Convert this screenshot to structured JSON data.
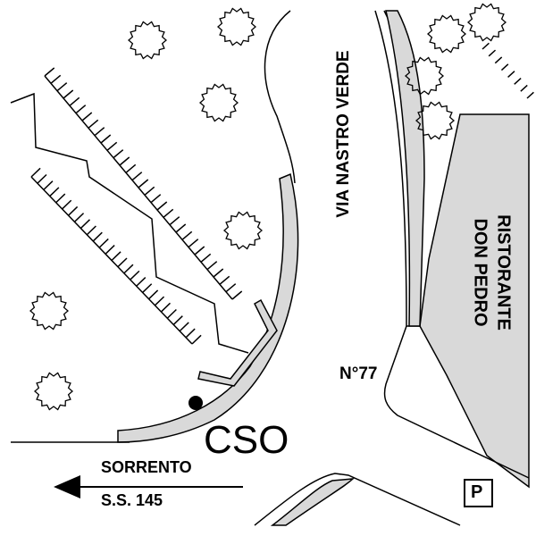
{
  "map": {
    "street_label": "VIA NASTRO VERDE",
    "restaurant_line1": "RISTORANTE",
    "restaurant_line2": "DON PEDRO",
    "house_number": "N°77",
    "place_label": "CSO",
    "direction_line1": "SORRENTO",
    "direction_line2": "S.S. 145",
    "parking_label": "P",
    "colors": {
      "road_fill": "#d9d9d9",
      "ink": "#000000",
      "background": "#ffffff"
    }
  }
}
